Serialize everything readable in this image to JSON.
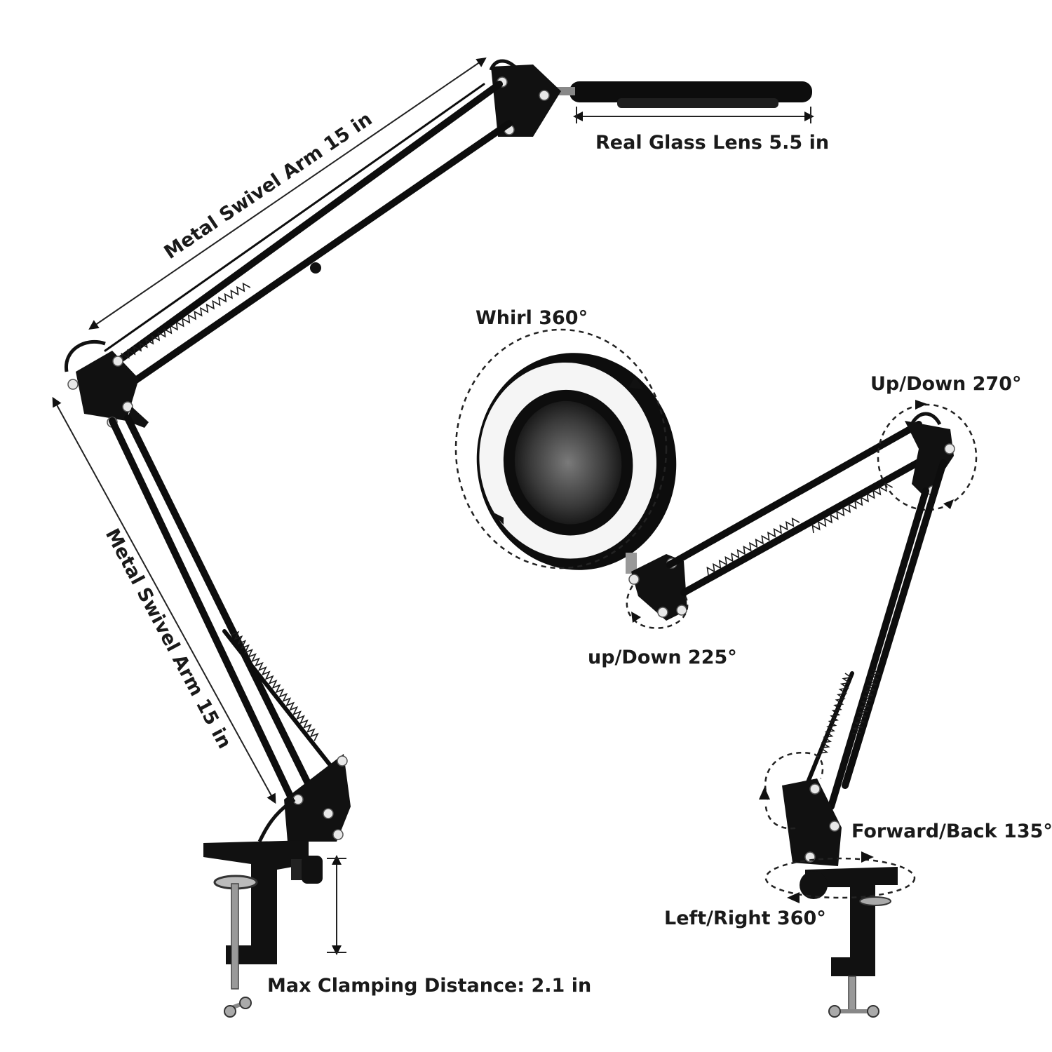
{
  "labels": {
    "arm_upper": "Metal Swivel Arm 15 in",
    "arm_lower": "Metal Swivel Arm 15 in",
    "lens": "Real Glass Lens 5.5 in",
    "whirl": "Whirl 360°",
    "updown_top": "Up/Down 270°",
    "updown_head": "up/Down 225°",
    "forward_back": "Forward/Back 135°",
    "left_right": "Left/Right 360°",
    "clamp": "Max Clamping Distance: 2.1 in"
  },
  "colors": {
    "lamp_body": "#0d0d0d",
    "metal_bolt": "#e8e8e8",
    "lens_ring_light": "#f5f5f5",
    "text": "#1a1a1a",
    "background": "#ffffff"
  },
  "icons": [
    "double-arrow-icon",
    "rotation-arrow-icon"
  ]
}
